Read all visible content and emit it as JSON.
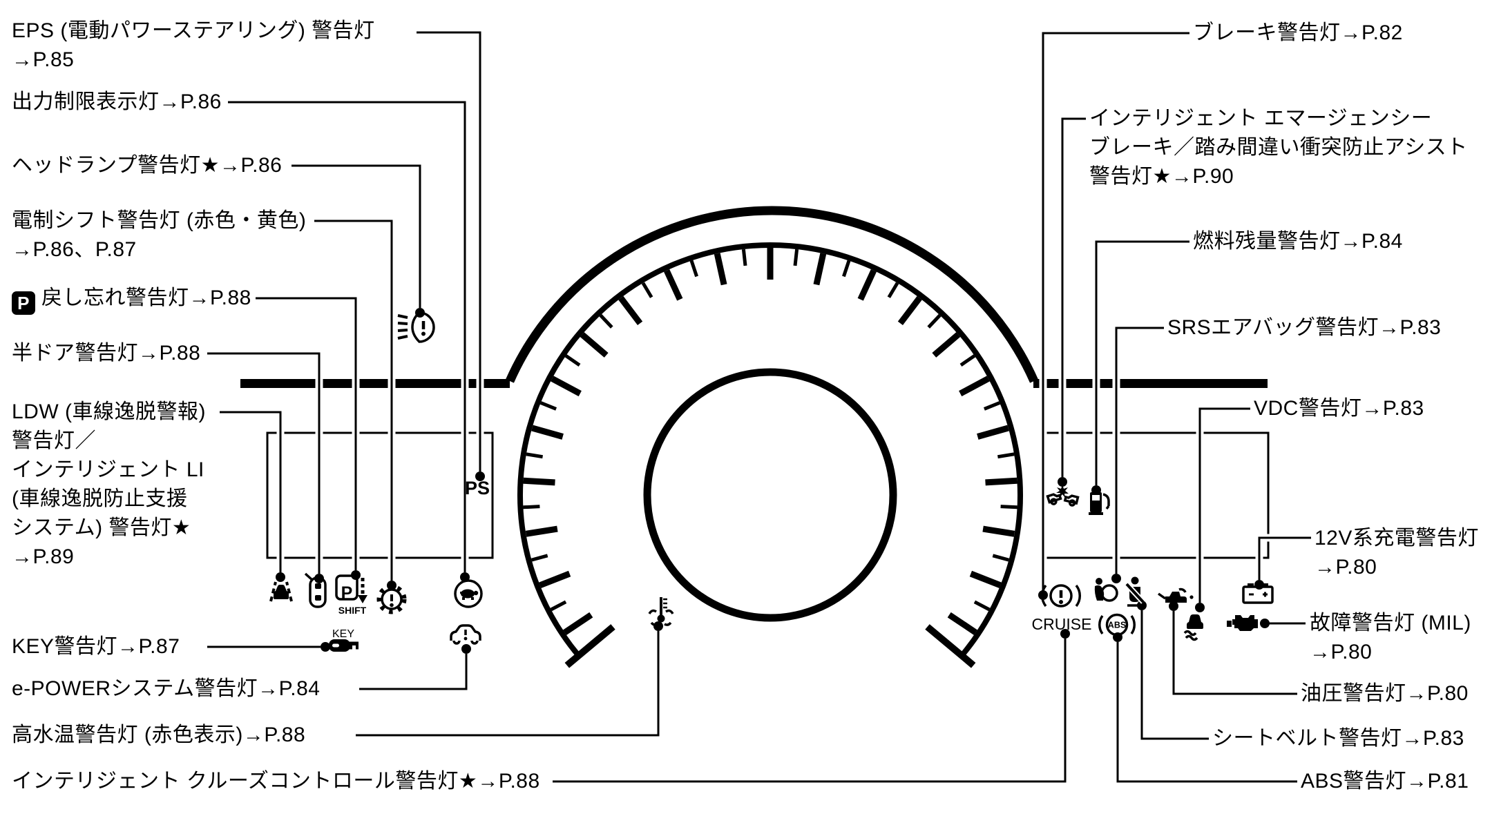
{
  "diagram": {
    "background_color": "#ffffff",
    "ink_color": "#000000",
    "gauge": {
      "ps": "PS",
      "key": "KEY",
      "cruise": "CRUISE",
      "abs": "ABS",
      "shift": "SHIFT",
      "p": "P",
      "battery_minus": "−",
      "battery_plus": "+"
    },
    "left_labels": [
      {
        "id": "eps",
        "icon": "ps-indicator",
        "lines": [
          "EPS (電動パワーステアリング) 警告灯",
          "→P.85"
        ]
      },
      {
        "id": "output-limit",
        "icon": "turtle-icon",
        "lines": [
          "出力制限表示灯→P.86"
        ]
      },
      {
        "id": "headlamp",
        "icon": "headlamp-icon",
        "lines": [
          "ヘッドランプ警告灯★→P.86"
        ]
      },
      {
        "id": "e-shift",
        "icon": "gear-warning-icon",
        "lines": [
          "電制シフト警告灯 (赤色・黄色)",
          "→P.86、P.87"
        ]
      },
      {
        "id": "p-return",
        "icon": "p-shift-icon",
        "badge": "P",
        "lines": [
          "戻し忘れ警告灯→P.88"
        ]
      },
      {
        "id": "half-door",
        "icon": "door-open-icon",
        "lines": [
          "半ドア警告灯→P.88"
        ]
      },
      {
        "id": "ldw",
        "icon": "lane-departure-icon",
        "lines": [
          "LDW (車線逸脱警報)",
          "警告灯／",
          "インテリジェント LI",
          "(車線逸脱防止支援",
          "システム) 警告灯★",
          "→P.89"
        ]
      },
      {
        "id": "key",
        "icon": "key-icon",
        "lines": [
          "KEY警告灯→P.87"
        ]
      },
      {
        "id": "e-power",
        "icon": "ev-system-icon",
        "lines": [
          "e-POWERシステム警告灯→P.84"
        ]
      },
      {
        "id": "high-water-temp",
        "icon": "water-temp-icon",
        "lines": [
          "高水温警告灯 (赤色表示)→P.88"
        ]
      },
      {
        "id": "intelligent-cruise",
        "icon": "cruise-indicator",
        "lines": [
          "インテリジェント クルーズコントロール警告灯★→P.88"
        ]
      }
    ],
    "right_labels": [
      {
        "id": "brake",
        "icon": "brake-warning-icon",
        "lines": [
          "ブレーキ警告灯→P.82"
        ]
      },
      {
        "id": "emergency-brake",
        "icon": "collision-icon",
        "lines": [
          "インテリジェント エマージェンシー",
          "ブレーキ／踏み間違い衝突防止アシスト",
          "警告灯★→P.90"
        ]
      },
      {
        "id": "fuel",
        "icon": "fuel-pump-icon",
        "lines": [
          "燃料残量警告灯→P.84"
        ]
      },
      {
        "id": "srs-airbag",
        "icon": "airbag-icon",
        "lines": [
          "SRSエアバッグ警告灯→P.83"
        ]
      },
      {
        "id": "vdc",
        "icon": "skid-icon",
        "lines": [
          "VDC警告灯→P.83"
        ]
      },
      {
        "id": "charge-12v",
        "icon": "battery-icon",
        "lines": [
          "12V系充電警告灯",
          "→P.80"
        ]
      },
      {
        "id": "mil",
        "icon": "engine-icon",
        "lines": [
          "故障警告灯 (MIL)",
          "→P.80"
        ]
      },
      {
        "id": "oil-pressure",
        "icon": "oil-can-icon",
        "lines": [
          "油圧警告灯→P.80"
        ]
      },
      {
        "id": "seatbelt",
        "icon": "seatbelt-icon",
        "lines": [
          "シートベルト警告灯→P.83"
        ]
      },
      {
        "id": "abs",
        "icon": "abs-indicator",
        "lines": [
          "ABS警告灯→P.81"
        ]
      }
    ]
  }
}
